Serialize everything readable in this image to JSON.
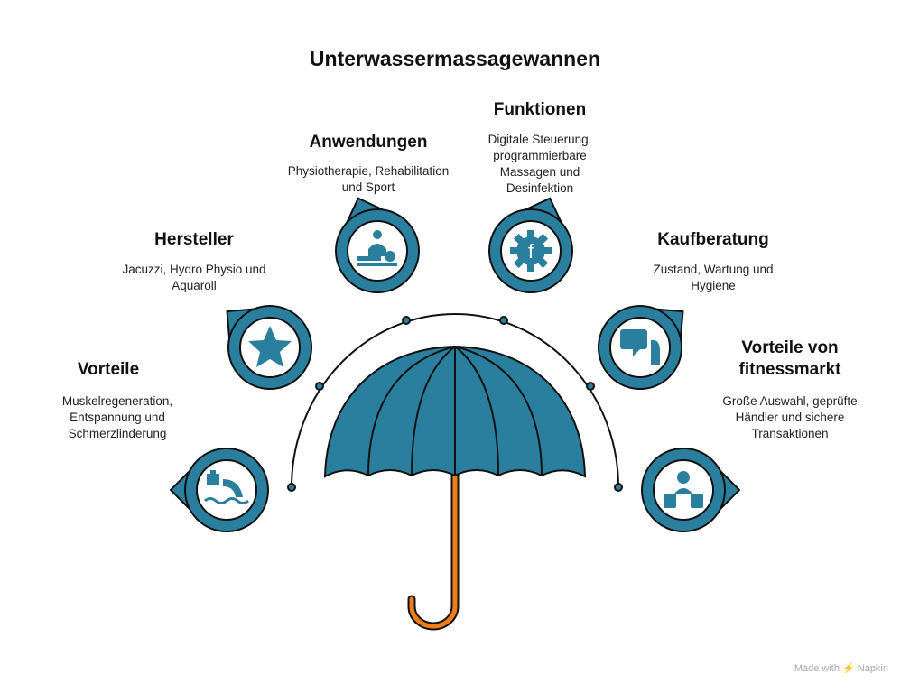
{
  "title": "Unterwassermassagewannen",
  "colors": {
    "accent": "#2a7f9e",
    "handle": "#f07d1a"
  },
  "items": [
    {
      "title": "Vorteile",
      "desc": "Muskelregeneration, Entspannung und Schmerzlinderung",
      "icon": "hydrotherapy-icon"
    },
    {
      "title": "Hersteller",
      "desc": "Jacuzzi, Hydro Physio und Aquaroll",
      "icon": "star-icon"
    },
    {
      "title": "Anwendungen",
      "desc": "Physiotherapie, Rehabilitation und Sport",
      "icon": "massage-icon"
    },
    {
      "title": "Funktionen",
      "desc": "Digitale Steuerung, programmierbare Massagen und Desinfektion",
      "icon": "gear-function-icon"
    },
    {
      "title": "Kaufberatung",
      "desc": "Zustand, Wartung und Hygiene",
      "icon": "shopping-advice-icon"
    },
    {
      "title": "Vorteile von fitnessmarkt",
      "desc": "Große Auswahl, geprüfte Händler und sichere Transaktionen",
      "icon": "marketplace-icon"
    }
  ],
  "watermark": "Made with ⚡ Napkin"
}
